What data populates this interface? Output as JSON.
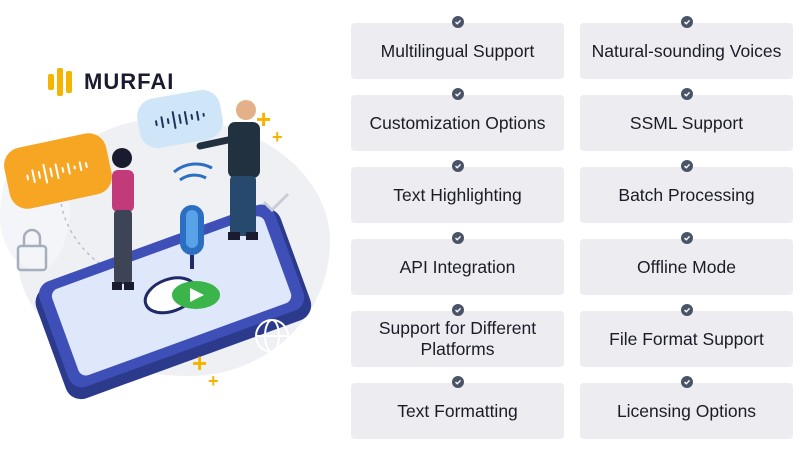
{
  "brand": {
    "name_main": "MURF",
    "name_suffix": "AI",
    "color": "#f5b400"
  },
  "features": [
    {
      "label": "Multilingual Support"
    },
    {
      "label": "Natural-sounding Voices"
    },
    {
      "label": "Customization Options"
    },
    {
      "label": "SSML Support"
    },
    {
      "label": "Text Highlighting"
    },
    {
      "label": "Batch Processing"
    },
    {
      "label": "API Integration"
    },
    {
      "label": "Offline Mode"
    },
    {
      "label": "Support for Different Platforms"
    },
    {
      "label": "File Format Support"
    },
    {
      "label": "Text Formatting"
    },
    {
      "label": "Licensing Options"
    }
  ],
  "icons": [
    "check-icon",
    "lock-icon",
    "globe-icon",
    "play-icon",
    "microphone-icon",
    "checkmark-icon",
    "plus-icon",
    "waveform-icon"
  ],
  "colors": {
    "card_bg": "#ececf1",
    "check_bg": "#4a5468",
    "phone": "#3f4fb8",
    "accent_orange": "#f6a623",
    "accent_green": "#3bb54a"
  }
}
